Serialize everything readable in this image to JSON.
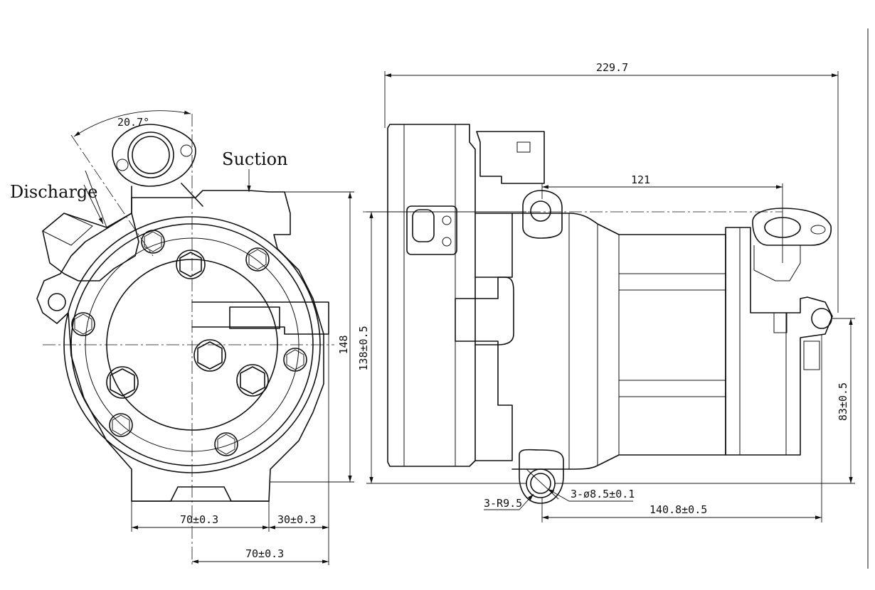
{
  "labels": {
    "suction": "Suction",
    "discharge": "Discharge"
  },
  "dimensions": {
    "angle": "20.7°",
    "overall_length": "229.7",
    "mount_to_port": "121",
    "height_front": "148",
    "height_side": "138±0.5",
    "port_height": "83±0.5",
    "front_width_left": "70±0.3",
    "front_width_right": "30±0.3",
    "front_width_bottom": "70±0.3",
    "mount_radius": "3-R9.5",
    "hole_diameter": "3-ø8.5±0.1",
    "mount_to_end": "140.8±0.5"
  }
}
